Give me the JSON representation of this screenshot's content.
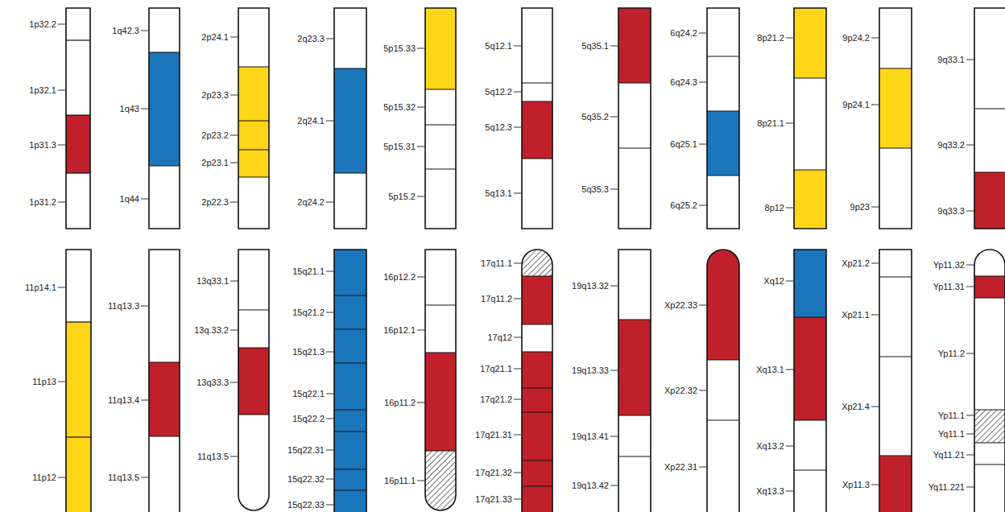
{
  "diagram": {
    "labels": [
      "1p32.2",
      "1p32.1",
      "1p31.3",
      "1p31.2",
      "1q42.3",
      "1q43",
      "1q44",
      "2p24.1",
      "2p23.3",
      "2p23.2",
      "2p23.1",
      "2p22.3",
      "2q23.3",
      "2q24.1",
      "2q24.2",
      "5p15.33",
      "5p15.32",
      "5p15.31",
      "5p15.2",
      "5q12.1",
      "5q12.2",
      "5q12.3",
      "5q13.1",
      "5q35.1",
      "5q35.2",
      "5q35.3",
      "6q24.2",
      "6q24.3",
      "6q25.1",
      "6q25.2",
      "8p21.2",
      "8p21.1",
      "8p12",
      "9p24.2",
      "9p24.1",
      "9p23",
      "9q33.1",
      "9q33.2",
      "9q33.3",
      "11p14.1",
      "11p13",
      "11p12",
      "11q13.3",
      "11q13.4",
      "11q13.5",
      "13q33.1",
      "13q.33.2",
      "13q33.3",
      "11q13.5",
      "15q21.1",
      "15q21.2",
      "15q21.3",
      "15q22.1",
      "15q22.2",
      "15q22.31",
      "15q22.32",
      "15q22.33",
      "16p12.2",
      "16p12.1",
      "16p11.2",
      "16p11.1",
      "17q11.1",
      "17q11.2",
      "17q12",
      "17q21.1",
      "17q21.2",
      "17q21.31",
      "17q21.32",
      "17q21.33",
      "19q13.32",
      "19q13.33",
      "19q13.41",
      "19q13.42",
      "Xp22.33",
      "Xp22.32",
      "Xp22.31",
      "Xq12",
      "Xq13.1",
      "Xq13.2",
      "Xq13.3",
      "Xp21.2",
      "Xp21.1",
      "Xp21.4",
      "Xp11.3",
      "Yp11.32",
      "Yp11.31",
      "Yp11.2",
      "Yp11.1",
      "Yq11.1",
      "Yq11.21",
      "Yq11.221"
    ]
  }
}
